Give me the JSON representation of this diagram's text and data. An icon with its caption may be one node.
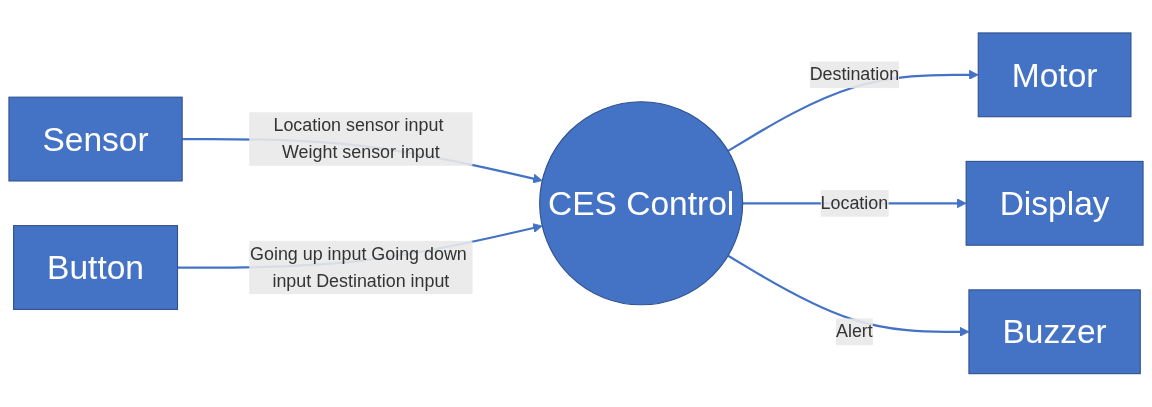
{
  "diagram": {
    "nodes": [
      {
        "text": [
          "Sensor"
        ]
      },
      {
        "text": [
          "Button"
        ]
      },
      {
        "text": [
          "CES Control"
        ]
      },
      {
        "text": [
          "Motor"
        ]
      },
      {
        "text": [
          "Display"
        ]
      },
      {
        "text": [
          "Buzzer"
        ]
      }
    ],
    "edges": [
      {
        "from": 0,
        "to": 2,
        "arrow": "to",
        "label": "Location sensor input Weight sensor input"
      },
      {
        "from": 1,
        "to": 2,
        "arrow": "to",
        "label": "Going up input Going down input Destination input"
      },
      {
        "from": 2,
        "to": 3,
        "arrow": "to",
        "label": "Destination"
      },
      {
        "from": 2,
        "to": 4,
        "arrow": "to",
        "label": "Location"
      },
      {
        "from": 2,
        "to": 5,
        "arrow": "to",
        "label": "Alert"
      }
    ]
  }
}
